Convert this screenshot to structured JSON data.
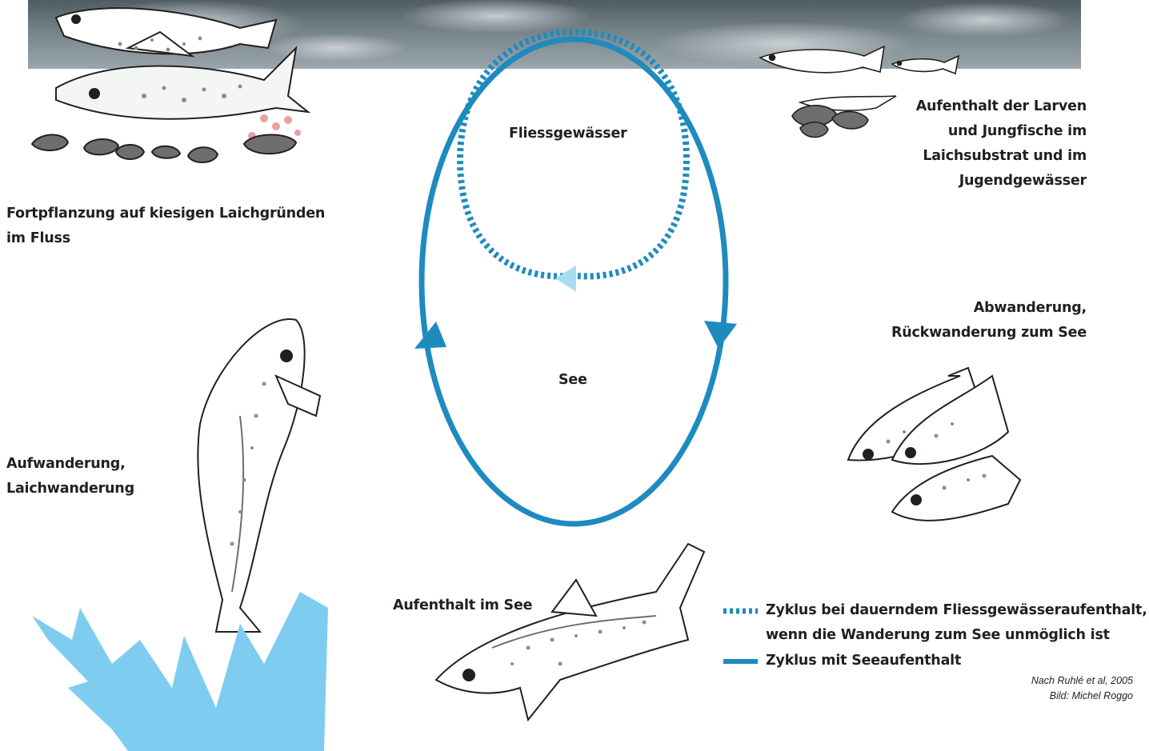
{
  "labels": {
    "fliessgewaesser": "Fliessgewässer",
    "see": "See",
    "fortpflanzung": [
      "Fortpflanzung auf kiesigen Laichgründen",
      "im Fluss"
    ],
    "aufenthalt_larven": [
      "Aufenthalt der Larven",
      "und Jungfische im",
      "Laichsubstrat und im",
      "Jugendgewässer"
    ],
    "abwanderung": [
      "Abwanderung,",
      "Rückwanderung zum See"
    ],
    "aufwanderung": [
      "Aufwanderung,",
      "Laichwanderung"
    ],
    "aufenthalt_see": "Aufenthalt im See"
  },
  "legend": {
    "dotted": [
      "Zyklus bei dauerndem Fliessgewässeraufenthalt,",
      "wenn die Wanderung zum See unmöglich ist"
    ],
    "solid": "Zyklus mit Seeaufenthalt"
  },
  "credits": {
    "source": "Nach Ruhlé et al, 2005",
    "photo": "Bild: Michel Roggo"
  },
  "colors": {
    "cycle_blue": "#1e8bbf",
    "arrow_light": "#a9dcf3",
    "splash": "#7ecdf0",
    "water_dark": "#6f7c82",
    "text": "#231f20"
  }
}
